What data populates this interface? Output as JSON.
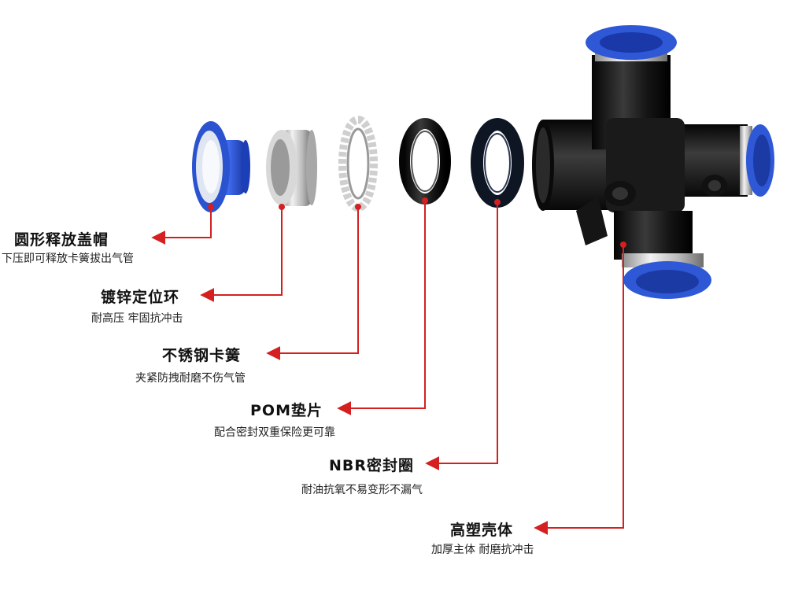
{
  "labels": [
    {
      "title": "圆形释放盖帽",
      "subtitle": "下压即可释放卡簧拔出气管"
    },
    {
      "title": "镀锌定位环",
      "subtitle": "耐高压 牢固抗冲击"
    },
    {
      "title": "不锈钢卡簧",
      "subtitle": "夹紧防拽耐磨不伤气管"
    },
    {
      "title": "POM垫片",
      "subtitle": "配合密封双重保险更可靠"
    },
    {
      "title": "NBR密封圈",
      "subtitle": "耐油抗氧不易变形不漏气"
    },
    {
      "title": "高塑壳体",
      "subtitle": "加厚主体 耐磨抗冲击"
    }
  ],
  "colors": {
    "leader_line": "#d42020",
    "release_cap": "#2e58d6",
    "locating_ring": "#c8c8c8",
    "body": "#1a1a1a"
  }
}
